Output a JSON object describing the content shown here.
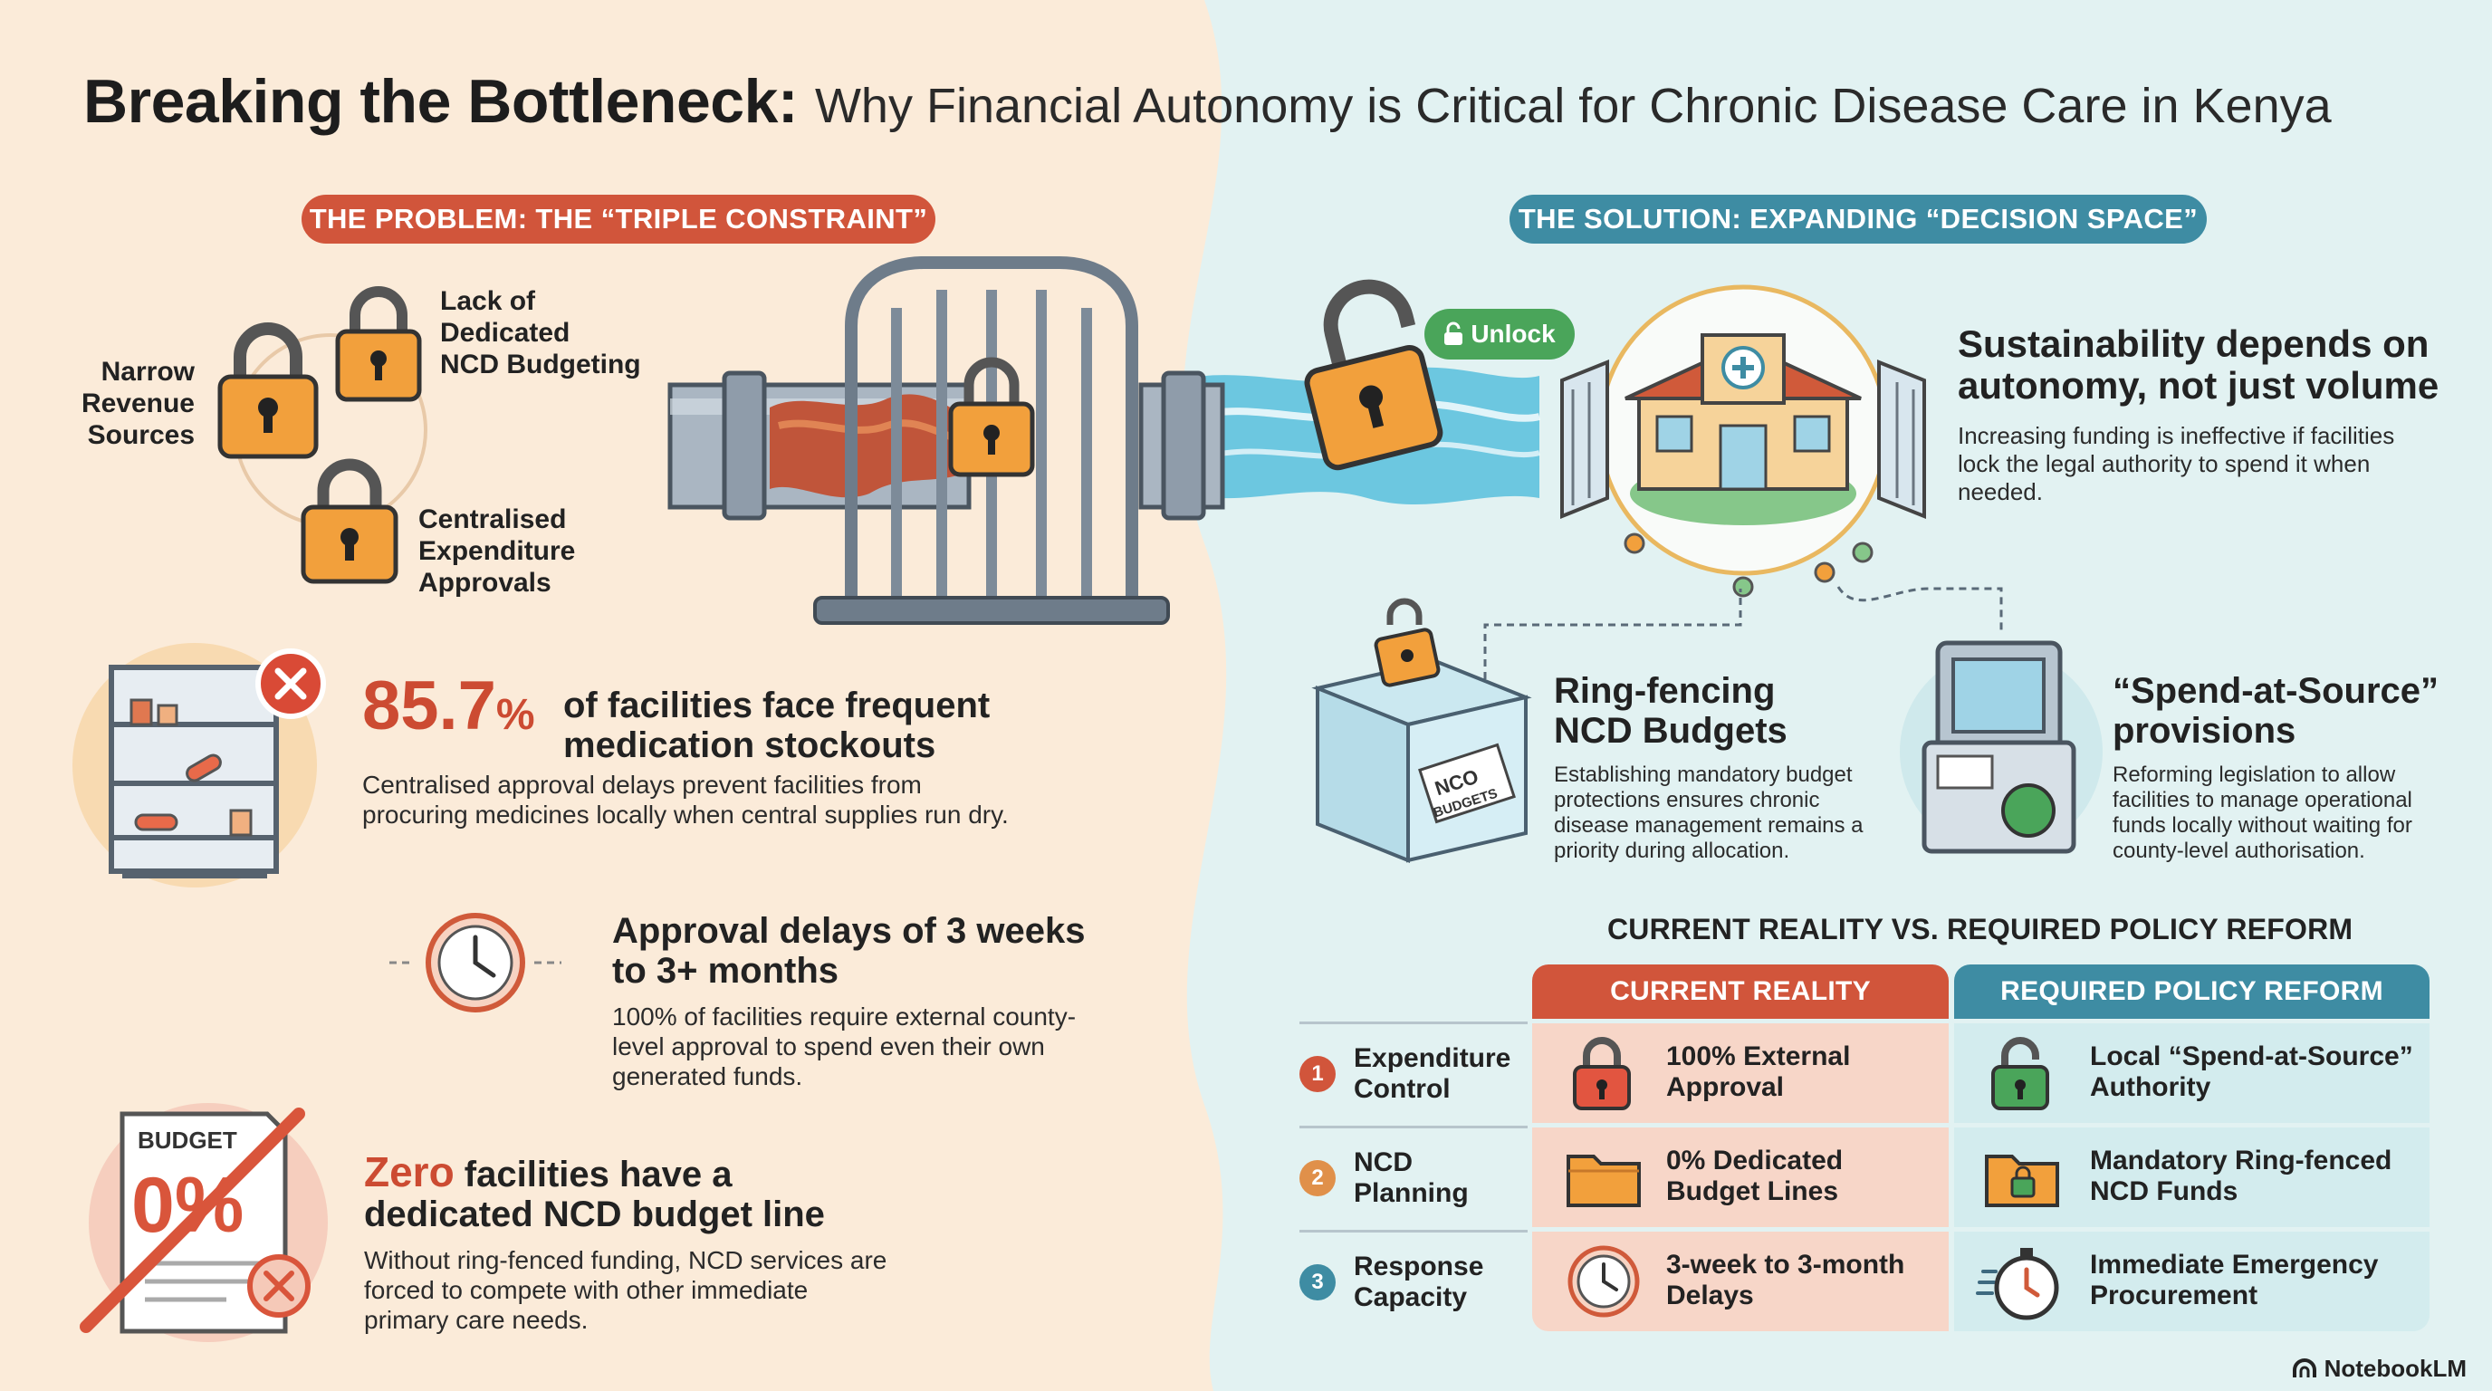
{
  "title": {
    "bold": "Breaking the Bottleneck:",
    "rest": "Why Financial Autonomy is Critical for Chronic Disease Care in Kenya"
  },
  "problem": {
    "pill": "THE PROBLEM: THE “TRIPLE CONSTRAINT”",
    "locks": {
      "narrow": [
        "Narrow",
        "Revenue",
        "Sources"
      ],
      "lack": [
        "Lack of",
        "Dedicated",
        "NCD Budgeting"
      ],
      "central": [
        "Centralised",
        "Expenditure",
        "Approvals"
      ]
    },
    "stockout": {
      "value": "85.7",
      "unit": "%",
      "head_line1": "of facilities face frequent",
      "head_line2": "medication stockouts",
      "body_line1": "Centralised approval delays prevent facilities from",
      "body_line2": "procuring medicines locally when central supplies run dry."
    },
    "delays": {
      "head_line1": "Approval delays of 3 weeks",
      "head_line2": "to 3+ months",
      "body_line1": "100% of facilities require external county-",
      "body_line2": "level approval to spend even their own",
      "body_line3": "generated funds."
    },
    "zero": {
      "budget_label": "BUDGET",
      "budget_value": "0%",
      "head_red": "Zero",
      "head_line1_rest": " facilities have a",
      "head_line2": "dedicated NCD budget line",
      "body_line1": "Without ring-fenced funding, NCD services are",
      "body_line2": "forced to compete with other immediate",
      "body_line3": "primary care needs."
    }
  },
  "solution": {
    "pill": "THE SOLUTION: EXPANDING “DECISION SPACE”",
    "unlock_label": "Unlock",
    "sustain": {
      "head_line1": "Sustainability depends on",
      "head_line2": "autonomy, not just volume",
      "body_line1": "Increasing funding is ineffective if facilities",
      "body_line2": "lock the legal authority to spend it when",
      "body_line3": "needed."
    },
    "ring": {
      "box_label_1": "NCO",
      "box_label_2": "BUDGETS",
      "head_line1": "Ring-fencing",
      "head_line2": "NCD Budgets",
      "body_line1": "Establishing mandatory budget",
      "body_line2": "protections ensures chronic",
      "body_line3": "disease management remains a",
      "body_line4": "priority during allocation."
    },
    "spend": {
      "head_line1": "“Spend-at-Source”",
      "head_line2": "provisions",
      "body_line1": "Reforming legislation to allow",
      "body_line2": "facilities to manage operational",
      "body_line3": "funds locally without waiting for",
      "body_line4": "county-level authorisation."
    }
  },
  "table": {
    "title": "CURRENT REALITY VS. REQUIRED POLICY REFORM",
    "col_current": "CURRENT REALITY",
    "col_reform": "REQUIRED POLICY REFORM",
    "rows": [
      {
        "num": "1",
        "label_1": "Expenditure",
        "label_2": "Control",
        "cur_1": "100% External",
        "cur_2": "Approval",
        "ref_1": "Local “Spend-at-Source”",
        "ref_2": "Authority"
      },
      {
        "num": "2",
        "label_1": "NCD",
        "label_2": "Planning",
        "cur_1": "0% Dedicated",
        "cur_2": "Budget Lines",
        "ref_1": "Mandatory Ring-fenced",
        "ref_2": "NCD Funds"
      },
      {
        "num": "3",
        "label_1": "Response",
        "label_2": "Capacity",
        "cur_1": "3-week to 3-month",
        "cur_2": "Delays",
        "ref_1": "Immediate Emergency",
        "ref_2": "Procurement"
      }
    ]
  },
  "brand": "NotebookLM",
  "colors": {
    "problem_red": "#d1553b",
    "solution_blue": "#3e8ca3",
    "lock_orange": "#f2a03c",
    "bg_left": "#fbebd9",
    "bg_right": "#e2f2f2"
  }
}
